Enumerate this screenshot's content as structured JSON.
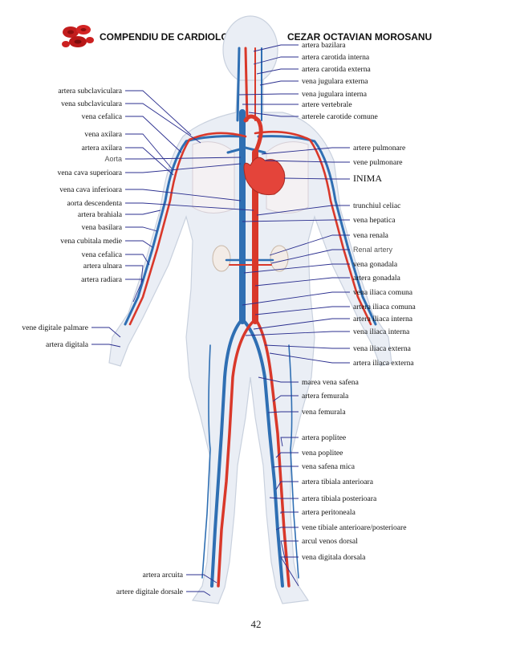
{
  "header": {
    "left_title": "COMPENDIU DE CARDIOLOGIE",
    "right_title": "CEZAR OCTAVIAN MOROSANU"
  },
  "logo_icon": "blood-cells-logo",
  "colors": {
    "artery": "#d9382a",
    "vein": "#2f6fb3",
    "body": "#e9edf4",
    "leader": "#2b2f8f"
  },
  "labels_left": [
    "artera subclaviculara",
    "vena subclaviculara",
    "vena cefalica",
    "vena axilara",
    "artera axilara",
    "Aorta",
    "vena cava superioara",
    "vena cava inferioara",
    "aorta descendenta",
    "artera brahiala",
    "vena basilara",
    "vena cubitala medie",
    "vena cefalica",
    "artera ulnara",
    "artera radiara",
    "vene digitale palmare",
    "artera digitala",
    "artera arcuita",
    "artere digitale dorsale"
  ],
  "labels_right": [
    "artera bazilara",
    "artera carotida interna",
    "artera carotida externa",
    "vena jugulara externa",
    "vena jugulara interna",
    "artere vertebrale",
    "arterele carotide comune",
    "artere pulmonare",
    "vene pulmonare",
    "INIMA",
    "trunchiul celiac",
    "vena hepatica",
    "vena renala",
    "Renal artery",
    "vena gonadala",
    "artera gonadala",
    "vena iliaca comuna",
    "artera iliaca comuna",
    "artera iliaca interna",
    "vena iliaca interna",
    "vena iliaca externa",
    "artera iliaca externa",
    "marea vena safena",
    "artera femurala",
    "vena femurala",
    "artera poplitee",
    "vena poplitee",
    "vena safena mica",
    "artera tibiala anterioara",
    "artera tibiala posterioara",
    "artera peritoneala",
    "vene tibiale anterioare/posterioare",
    "arcul venos dorsal",
    "vena digitala dorsala"
  ],
  "page_number": "42"
}
